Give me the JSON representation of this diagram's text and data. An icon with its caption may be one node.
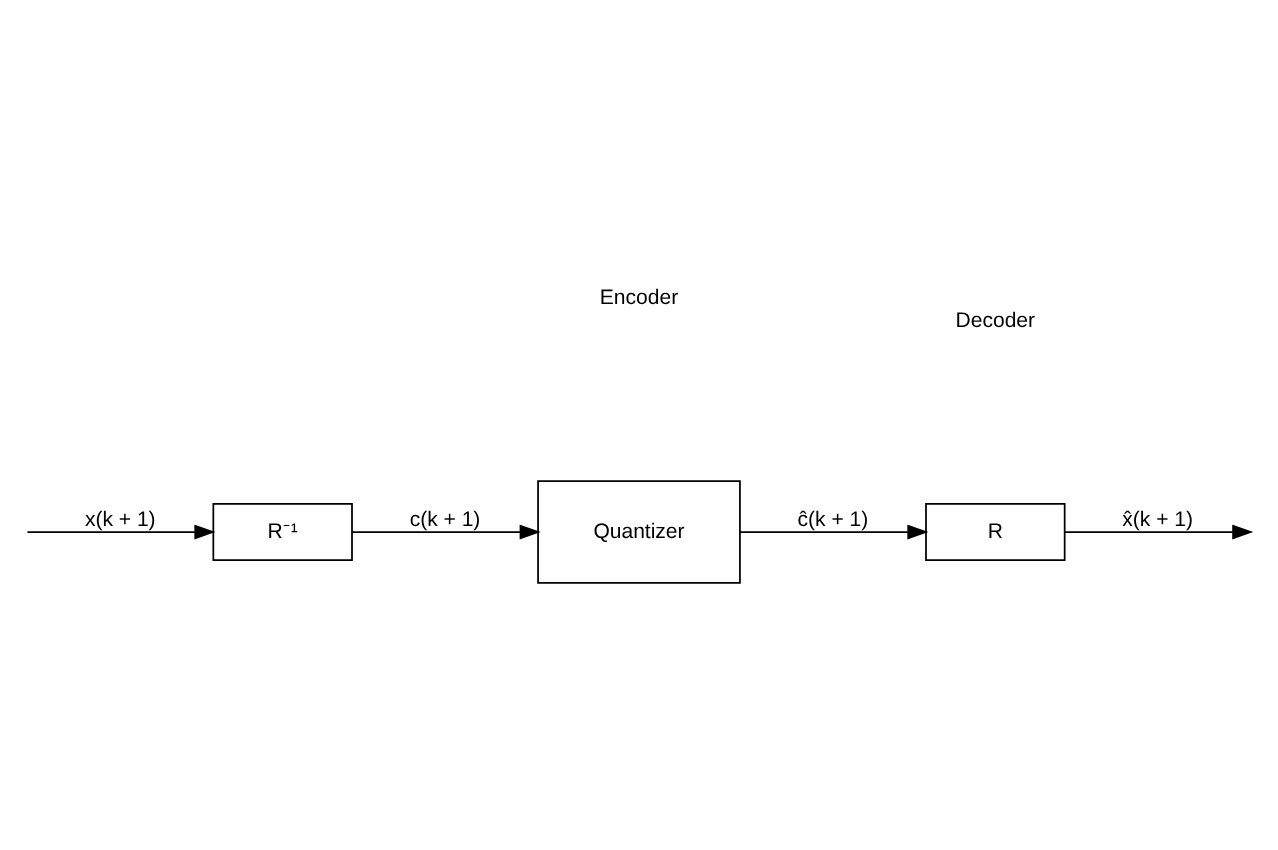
{
  "diagram": {
    "nodes": [
      {
        "text": [
          "R⁻¹"
        ]
      },
      {
        "text": [
          "Quantizer"
        ]
      },
      {
        "text": [
          "R"
        ]
      }
    ],
    "edges": [
      {
        "from": null,
        "to": 0,
        "arrow": "to",
        "label": "x(k + 1)"
      },
      {
        "from": 0,
        "to": 1,
        "arrow": "to",
        "label": "c(k + 1)"
      },
      {
        "from": 1,
        "to": 2,
        "arrow": "to",
        "label": "ĉ(k + 1)"
      },
      {
        "from": 2,
        "to": null,
        "arrow": "to",
        "label": "x̂(k + 1)"
      }
    ],
    "labels": [
      "Encoder",
      "Decoder"
    ]
  }
}
